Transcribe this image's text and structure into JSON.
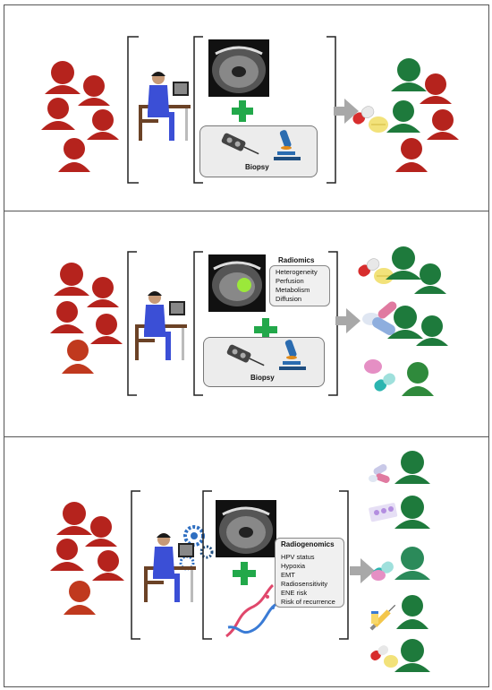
{
  "panel1": {
    "biopsy_label": "Biopsy"
  },
  "panel2": {
    "radiomics_title": "Radiomics",
    "radiomics_items": [
      "Heterogeneity",
      "Perfusion",
      "Metabolism",
      "Diffusion"
    ],
    "biopsy_label": "Biopsy"
  },
  "panel3": {
    "radiogenomics_title": "Radiogenomics",
    "radiogenomics_items": [
      "HPV status",
      "Hypoxia",
      "EMT",
      "Radiosensitivity",
      "ENE risk",
      "Risk of recurrence"
    ]
  },
  "colors": {
    "patient_red": "#b5231d",
    "patient_green": "#1e7a3c",
    "plus_green": "#22a84a",
    "arrow_gray": "#a8a8a8",
    "doctor_shirt": "#3b4fd6"
  },
  "icons": [
    "patient-silhouette-icon",
    "doctor-workstation-icon",
    "ct-scan-image",
    "plus-icon",
    "biopsy-gun-icon",
    "microscope-icon",
    "arrow-right-icon",
    "pill-icon",
    "tablet-icon",
    "capsule-icon",
    "gear-icon",
    "dna-helix-icon",
    "syringe-icon",
    "blister-pack-icon"
  ]
}
